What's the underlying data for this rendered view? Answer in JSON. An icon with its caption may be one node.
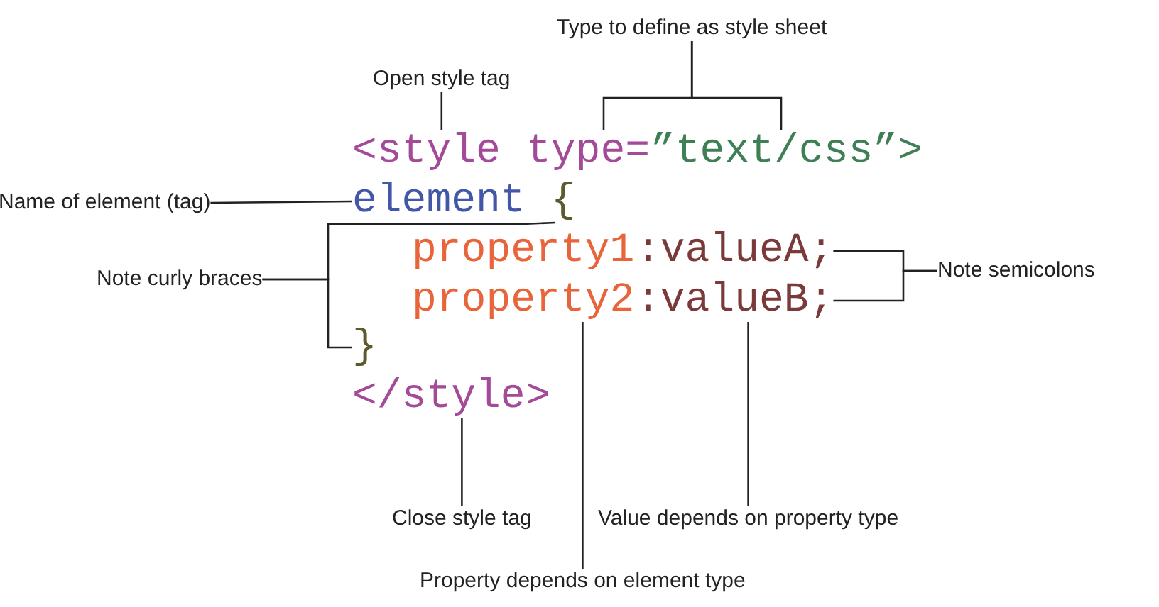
{
  "diagram": {
    "nodes": [
      {
        "text": [
          "Type to define as style sheet"
        ]
      },
      {
        "text": [
          "Open style tag"
        ]
      },
      {
        "text": [
          "<style"
        ]
      },
      {
        "text": [
          "type="
        ]
      },
      {
        "text": [
          "”text/css”>"
        ]
      },
      {
        "text": [
          "Name of element (tag)"
        ]
      },
      {
        "text": [
          "element"
        ]
      },
      {
        "text": [
          "{"
        ]
      },
      {
        "text": [
          "Note curly braces"
        ]
      },
      {
        "text": [
          "property1"
        ]
      },
      {
        "text": [
          ":valueA;"
        ]
      },
      {
        "text": [
          "Note semicolons"
        ]
      },
      {
        "text": [
          "property2"
        ]
      },
      {
        "text": [
          ":valueB;"
        ]
      },
      {
        "text": [
          "}"
        ]
      },
      {
        "text": [
          "</style>"
        ]
      },
      {
        "text": [
          "Close style tag"
        ]
      },
      {
        "text": [
          "Value depends on property type"
        ]
      },
      {
        "text": [
          "Property depends on element type"
        ]
      }
    ],
    "edges": [
      {
        "from": 0,
        "to": 3,
        "arrow": "none"
      },
      {
        "from": 0,
        "to": 4,
        "arrow": "none"
      },
      {
        "from": 1,
        "to": 2,
        "arrow": "none"
      },
      {
        "from": 5,
        "to": 6,
        "arrow": "none"
      },
      {
        "from": 8,
        "to": 7,
        "arrow": "none"
      },
      {
        "from": 8,
        "to": 14,
        "arrow": "none"
      },
      {
        "from": 11,
        "to": 10,
        "arrow": "none"
      },
      {
        "from": 11,
        "to": 13,
        "arrow": "none"
      },
      {
        "from": 16,
        "to": 15,
        "arrow": "none"
      },
      {
        "from": 17,
        "to": 13,
        "arrow": "none"
      },
      {
        "from": 18,
        "to": 12,
        "arrow": "none"
      }
    ]
  }
}
